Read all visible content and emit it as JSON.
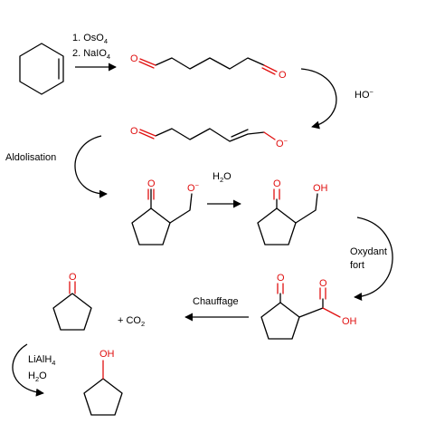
{
  "colors": {
    "heteroatom": "#e01010",
    "bond": "#000000",
    "background": "#ffffff"
  },
  "step1": {
    "line1": {
      "prefix": "1. OsO",
      "sub": "4"
    },
    "line2": {
      "prefix": "2. NaIO",
      "sub": "4"
    }
  },
  "dialdehyde": {
    "o_left": "O",
    "o_right": "O"
  },
  "base": {
    "label": "HO",
    "charge": "−"
  },
  "enolate": {
    "o_left": "O",
    "o_right": "O",
    "charge": "−"
  },
  "aldol": {
    "label": "Aldolisation"
  },
  "alkoxide": {
    "o_ketone": "O",
    "o_alkoxide": "O",
    "charge": "−"
  },
  "water": {
    "prefix": "H",
    "sub": "2",
    "suffix": "O"
  },
  "hydroxyketone": {
    "o_ketone": "O",
    "oh": "OH"
  },
  "oxidant": {
    "line1": "Oxydant",
    "line2": "fort"
  },
  "ketoacid": {
    "o_ketone": "O",
    "o_acid": "O",
    "oh": "OH"
  },
  "heat": {
    "label": "Chauffage"
  },
  "cyclopentanone": {
    "o": "O"
  },
  "byproduct": {
    "prefix": "+ CO",
    "sub": "2"
  },
  "reduction": {
    "line1": {
      "prefix": "LiAlH",
      "sub": "4"
    },
    "line2": {
      "prefix": "H",
      "sub": "2",
      "suffix": "O"
    }
  },
  "cyclopentanol": {
    "oh": "OH"
  }
}
